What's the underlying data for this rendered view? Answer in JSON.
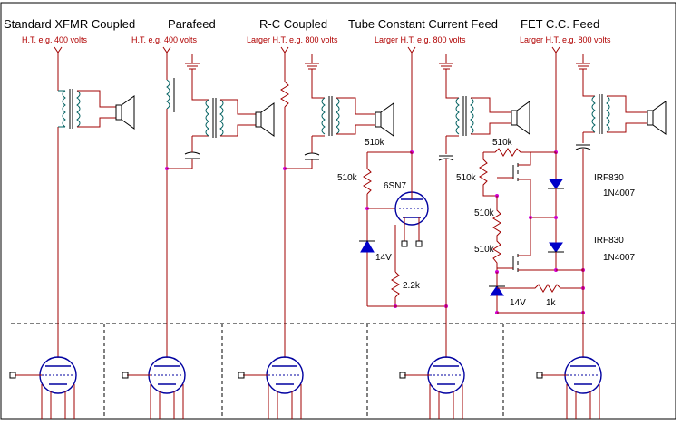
{
  "stages": [
    {
      "title": "Standard XFMR Coupled",
      "ht": "H.T. e.g. 400 volts"
    },
    {
      "title": "Parafeed",
      "ht": "H.T. e.g. 400 volts"
    },
    {
      "title": "R-C Coupled",
      "ht": "Larger H.T. e.g. 800 volts"
    },
    {
      "title": "Tube Constant Current Feed",
      "ht": "Larger H.T. e.g. 800 volts"
    },
    {
      "title": "FET C.C. Feed",
      "ht": "Larger H.T. e.g. 800 volts"
    }
  ],
  "components": {
    "tube_r_top": "510k",
    "tube_r_left": "510k",
    "tube_name": "6SN7",
    "tube_zener": "14V",
    "tube_r_cathode": "2.2k",
    "fet_r_top": "510k",
    "fet_r_left": "510k",
    "fet_r_mid": "510k",
    "fet_r_low": "510k",
    "fet_zener": "14V",
    "fet_r_bottom": "1k",
    "fet1_part": "IRF830",
    "diode1_part": "1N4007",
    "fet2_part": "IRF830",
    "diode2_part": "1N4007"
  }
}
